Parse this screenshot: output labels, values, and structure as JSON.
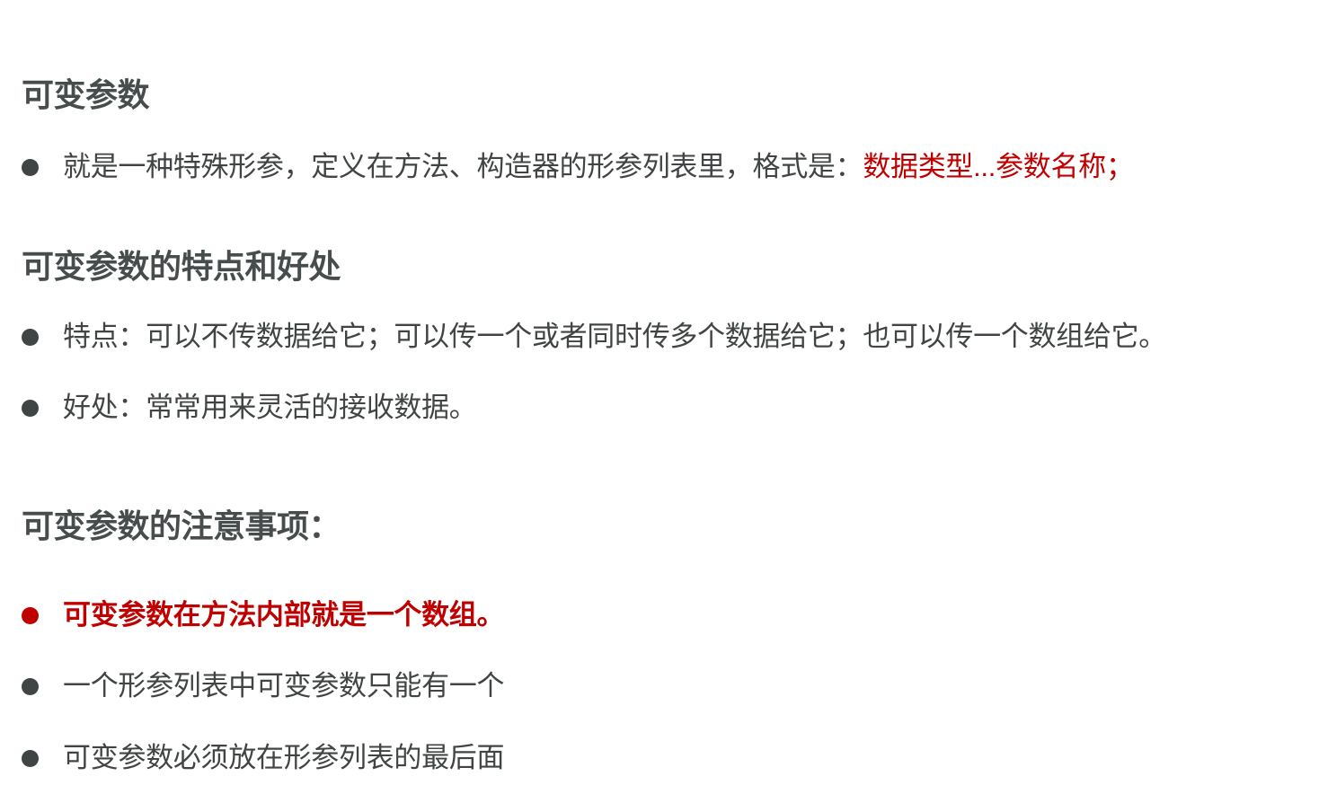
{
  "sections": [
    {
      "heading": "可变参数",
      "items": [
        {
          "text": "就是一种特殊形参，定义在方法、构造器的形参列表里，格式是：",
          "highlight": "数据类型...参数名称；"
        }
      ]
    },
    {
      "heading": "可变参数的特点和好处",
      "items": [
        {
          "text": "特点：可以不传数据给它；可以传一个或者同时传多个数据给它；也可以传一个数组给它。"
        },
        {
          "text": "好处：常常用来灵活的接收数据。"
        }
      ]
    },
    {
      "heading": "可变参数的注意事项：",
      "items": [
        {
          "text": "可变参数在方法内部就是一个数组。",
          "emphasis": true
        },
        {
          "text": "一个形参列表中可变参数只能有一个"
        },
        {
          "text": "可变参数必须放在形参列表的最后面"
        }
      ]
    }
  ],
  "colors": {
    "text": "#404444",
    "heading": "#474c4c",
    "accent_red": "#c00000",
    "background": "#ffffff"
  }
}
